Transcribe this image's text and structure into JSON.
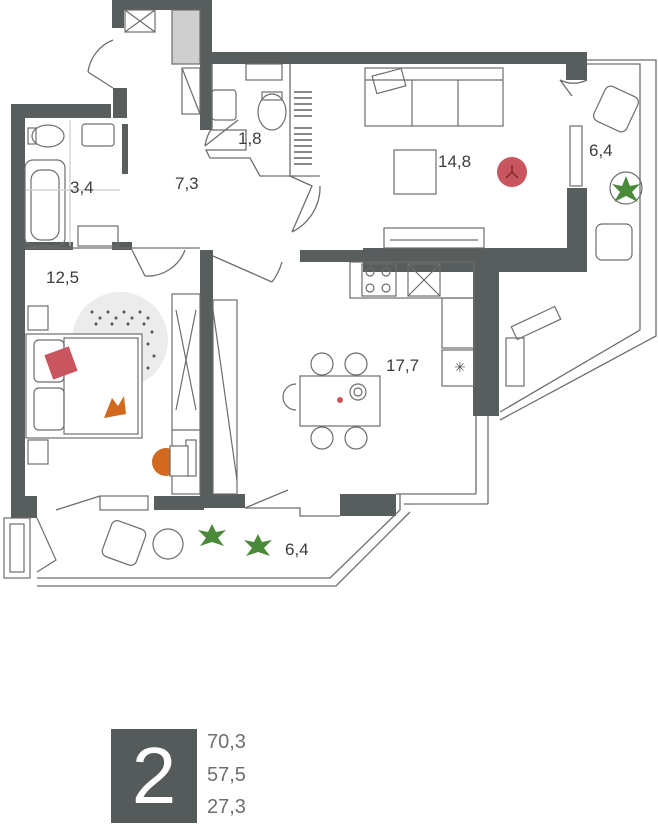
{
  "plan": {
    "rooms": {
      "bathroom": "3,4",
      "corridor": "7,3",
      "wc": "1,8",
      "living_room": "14,8",
      "balcony_right": "6,4",
      "bedroom": "12,5",
      "kitchen": "17,7",
      "balcony_bottom": "6,4"
    }
  },
  "legend": {
    "rooms_count": "2",
    "total_area": "70,3",
    "living_area": "57,5",
    "kitchen_area": "27,3"
  },
  "colors": {
    "wall": "#585d5d",
    "line": "#6d6d6d",
    "accent": "#c9555e",
    "plant": "#4a8a3a",
    "cat": "#d2691e"
  }
}
